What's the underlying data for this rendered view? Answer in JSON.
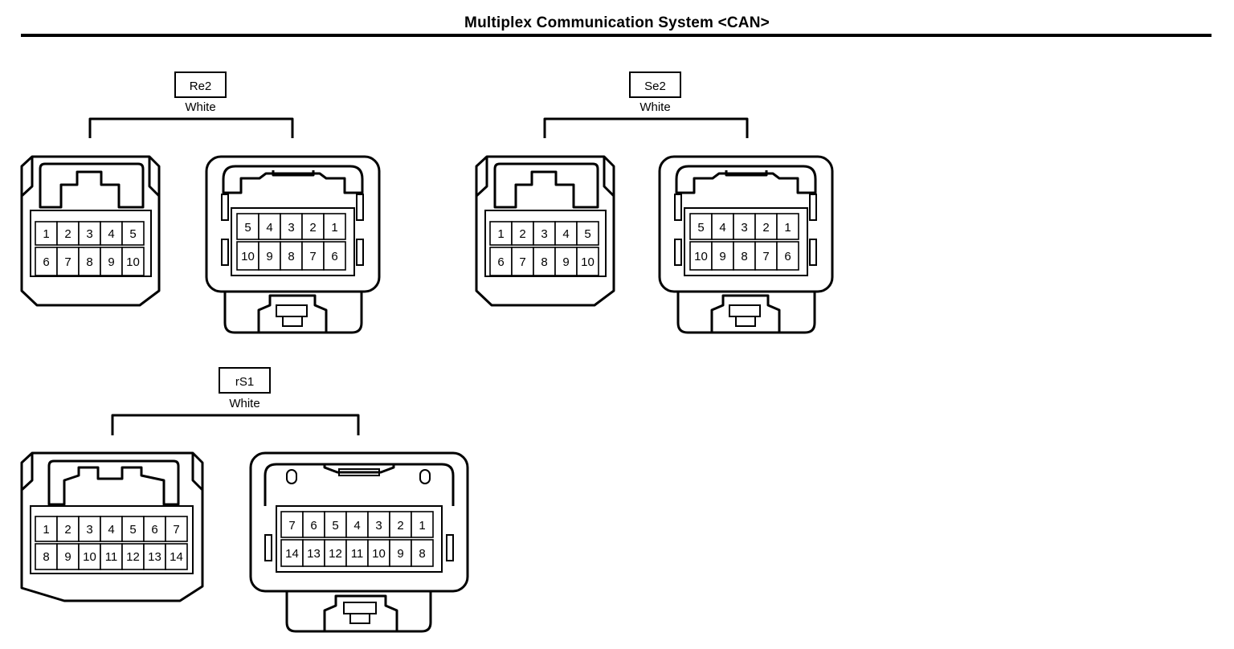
{
  "title": "Multiplex Communication System <CAN>",
  "connectors": [
    {
      "code": "Re2",
      "color": "White",
      "female_rows": [
        [
          "1",
          "2",
          "3",
          "4",
          "5"
        ],
        [
          "6",
          "7",
          "8",
          "9",
          "10"
        ]
      ],
      "male_rows": [
        [
          "5",
          "4",
          "3",
          "2",
          "1"
        ],
        [
          "10",
          "9",
          "8",
          "7",
          "6"
        ]
      ]
    },
    {
      "code": "Se2",
      "color": "White",
      "female_rows": [
        [
          "1",
          "2",
          "3",
          "4",
          "5"
        ],
        [
          "6",
          "7",
          "8",
          "9",
          "10"
        ]
      ],
      "male_rows": [
        [
          "5",
          "4",
          "3",
          "2",
          "1"
        ],
        [
          "10",
          "9",
          "8",
          "7",
          "6"
        ]
      ]
    },
    {
      "code": "rS1",
      "color": "White",
      "female_rows": [
        [
          "1",
          "2",
          "3",
          "4",
          "5",
          "6",
          "7"
        ],
        [
          "8",
          "9",
          "10",
          "11",
          "12",
          "13",
          "14"
        ]
      ],
      "male_rows": [
        [
          "7",
          "6",
          "5",
          "4",
          "3",
          "2",
          "1"
        ],
        [
          "14",
          "13",
          "12",
          "11",
          "10",
          "9",
          "8"
        ]
      ]
    }
  ]
}
